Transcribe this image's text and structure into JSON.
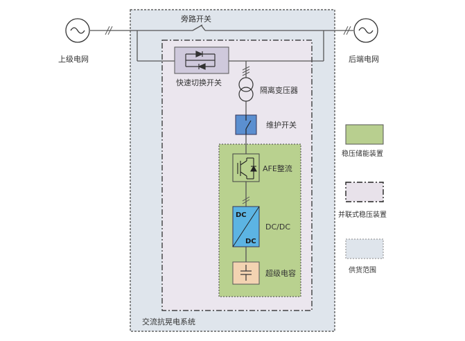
{
  "labels": {
    "bypass_switch": "旁路开关",
    "upstream_grid": "上级电网",
    "downstream_grid": "后端电网",
    "fast_switch": "快速切换开关",
    "isolation_transformer": "隔离变压器",
    "maintenance_switch": "维护开关",
    "afe_rectifier": "AFE整流",
    "dcdc": "DC/DC",
    "dc_top": "DC",
    "dc_bottom": "DC",
    "supercapacitor": "超级电容",
    "system_name": "交流抗晃电系统"
  },
  "legend": [
    {
      "id": "storage",
      "label": "稳压储能装置",
      "fill": "#b8cf8f",
      "stroke": "#555555",
      "style": "solid"
    },
    {
      "id": "parallel",
      "label": "并联式稳压装置",
      "fill": "#e8e2ea",
      "stroke": "#222222",
      "style": "dashdot"
    },
    {
      "id": "supply",
      "label": "供货范围",
      "fill": "#dfe5ec",
      "stroke": "#888888",
      "style": "dotted"
    }
  ],
  "colors": {
    "supply_fill": "#dfe5ec",
    "parallel_fill": "#ebe6ee",
    "storage_fill": "#b9d18f",
    "fast_switch_fill": "#cfc9dc",
    "maintenance_fill": "#5b8fd0",
    "dcdc_fill": "#5cb4e3",
    "capacitor_fill": "#f3d3b2",
    "line": "#555555"
  },
  "icons": {
    "grid_source": "ac-sine-icon",
    "transformer": "transformer-icon",
    "capacitor": "capacitor-icon",
    "igbt": "igbt-icon",
    "thyristor": "thyristor-icon"
  }
}
